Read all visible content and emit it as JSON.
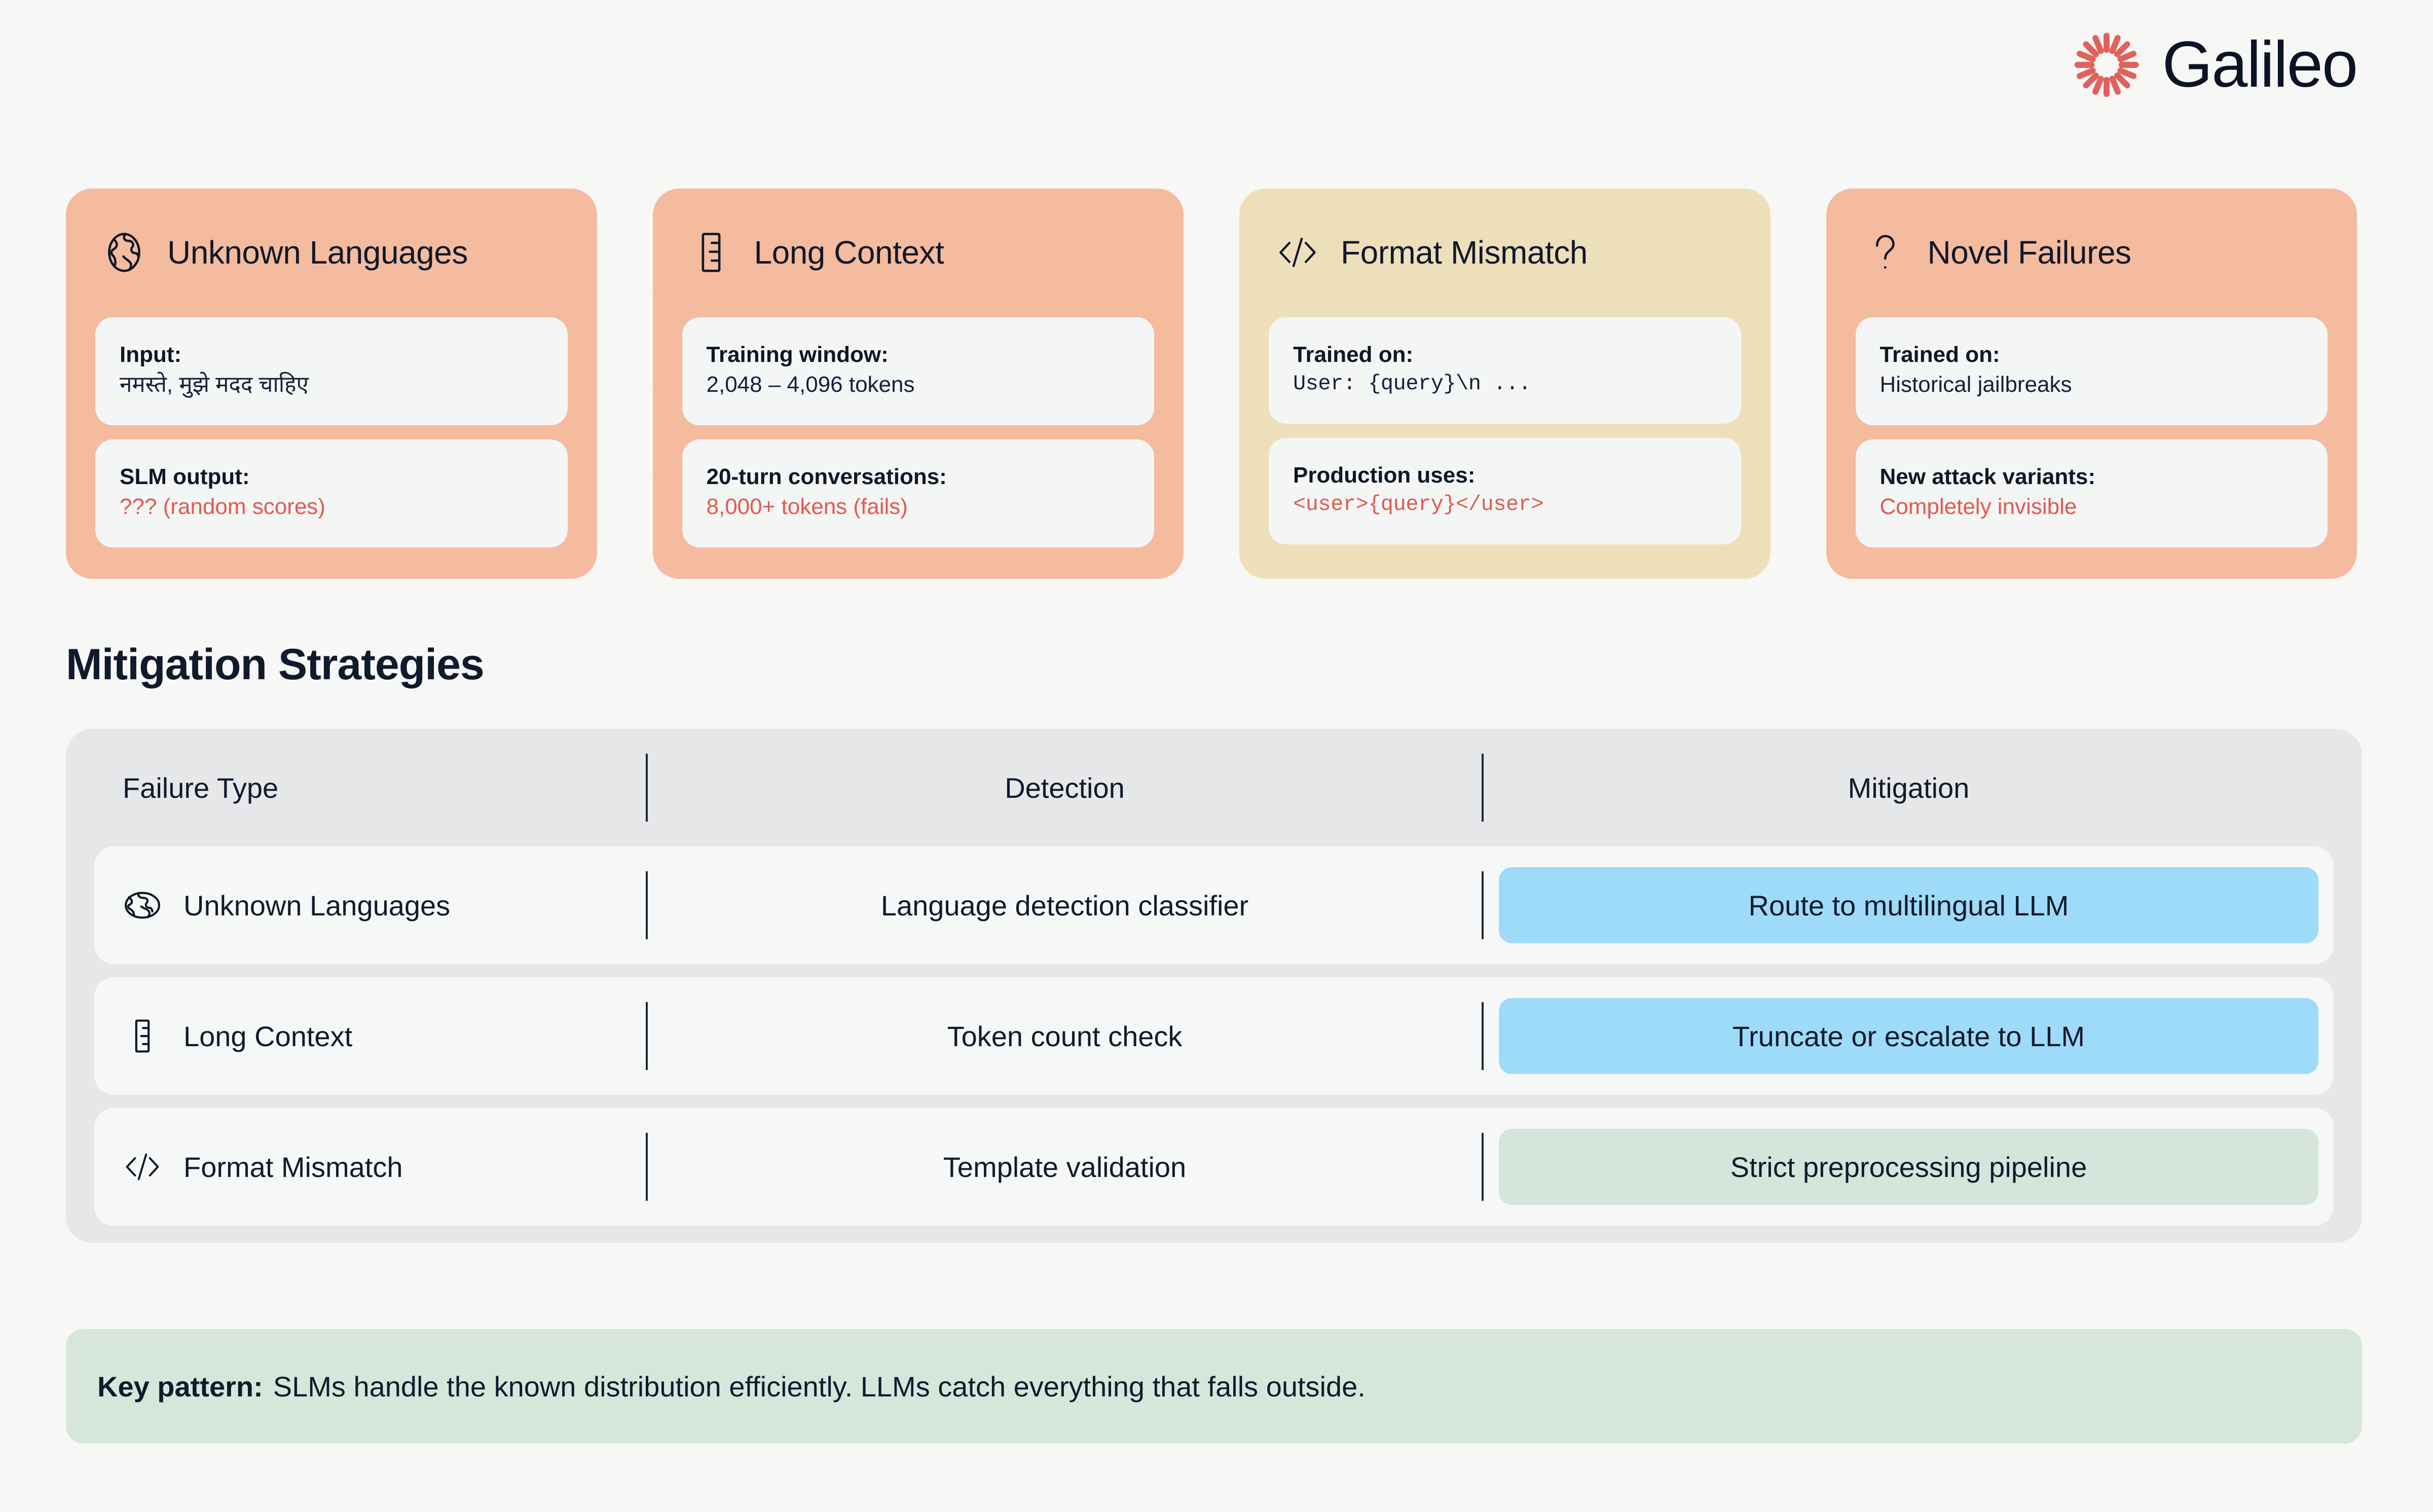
{
  "brand": {
    "name": "Galileo",
    "logo_icon": "galileo-starburst-icon",
    "logo_color": "#e0625c"
  },
  "cards": [
    {
      "icon": "globe-icon",
      "title": "Unknown Languages",
      "theme": "salmon",
      "rows": [
        {
          "label": "Input:",
          "value": "नमस्ते, मुझे मदद चाहिए",
          "value_color": "normal",
          "mono": false
        },
        {
          "label": "SLM output:",
          "value": "??? (random scores)",
          "value_color": "red",
          "mono": false
        }
      ]
    },
    {
      "icon": "ruler-icon",
      "title": "Long Context",
      "theme": "salmon",
      "rows": [
        {
          "label": "Training window:",
          "value": " 2,048 – 4,096 tokens",
          "value_color": "normal",
          "mono": false
        },
        {
          "label": "20-turn conversations:",
          "value": "8,000+ tokens (fails)",
          "value_color": "red",
          "mono": false
        }
      ]
    },
    {
      "icon": "code-brackets-icon",
      "title": "Format Mismatch",
      "theme": "tan",
      "rows": [
        {
          "label": "Trained on:",
          "value": "User: {query}\\n ...",
          "value_color": "normal",
          "mono": true
        },
        {
          "label": "Production uses:",
          "value": "<user>{query}</user>",
          "value_color": "red",
          "mono": true
        }
      ]
    },
    {
      "icon": "question-mark-icon",
      "title": "Novel Failures",
      "theme": "salmon",
      "rows": [
        {
          "label": "Trained on:",
          "value": "Historical jailbreaks",
          "value_color": "normal",
          "mono": false
        },
        {
          "label": "New attack variants:",
          "value": "Completely invisible",
          "value_color": "red",
          "mono": false
        }
      ]
    }
  ],
  "section": {
    "title": "Mitigation Strategies"
  },
  "table": {
    "headers": [
      "Failure Type",
      "Detection",
      "Mitigation"
    ],
    "rows": [
      {
        "icon": "globe-icon",
        "failure_type": "Unknown Languages",
        "detection": "Language detection classifier",
        "mitigation": "Route to multilingual LLM",
        "mitigation_style": "blue"
      },
      {
        "icon": "ruler-icon",
        "failure_type": "Long Context",
        "detection": "Token count check",
        "mitigation": "Truncate or escalate to LLM",
        "mitigation_style": "blue"
      },
      {
        "icon": "code-brackets-icon",
        "failure_type": "Format Mismatch",
        "detection": "Template validation",
        "mitigation": "Strict preprocessing pipeline",
        "mitigation_style": "green"
      }
    ]
  },
  "key_pattern": {
    "label": "Key pattern:",
    "text": "SLMs handle the known distribution efficiently. LLMs catch everything that falls outside."
  },
  "colors": {
    "page_background": "#f7f7f6",
    "card_salmon": "#f4bb9f",
    "card_tan": "#eedfbb",
    "subbox": "#f4f5f5",
    "accent_red": "#e05a4e",
    "table_container": "#e5e7e9",
    "table_row": "#f6f7f7",
    "pill_blue": "#9edbf8",
    "pill_green": "#d5e5db",
    "key_banner": "#d6e6db",
    "text_dark": "#111a2c"
  }
}
